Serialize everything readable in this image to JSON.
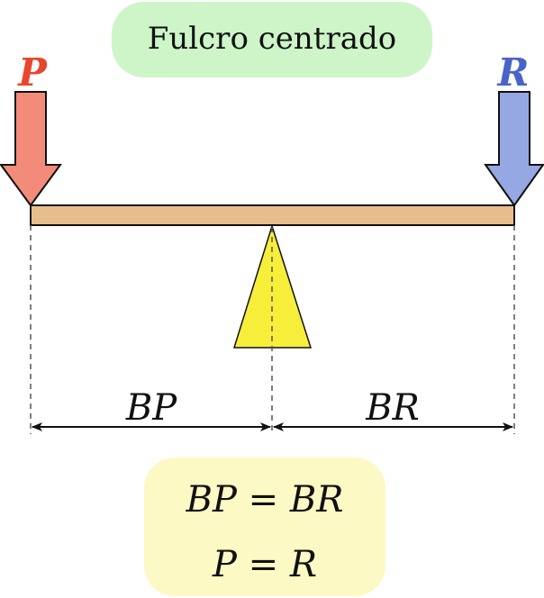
{
  "title": "Fulcro centrado",
  "forces": {
    "effort": {
      "label": "P",
      "color": "#f28b7a",
      "stroke": "#111111",
      "label_color": "#e8452e"
    },
    "resistance": {
      "label": "R",
      "color": "#95a8e3",
      "stroke": "#111111",
      "label_color": "#4a63c7"
    }
  },
  "colors": {
    "title_box": "#cdf5c8",
    "beam": "#e8bd8c",
    "fulcrum": "#f7ee3a",
    "formula_box": "#fdf9c4"
  },
  "dimensions": {
    "left_label": "BP",
    "right_label": "BR"
  },
  "formulas": {
    "line1": "BP = BR",
    "line2": "P = R"
  }
}
